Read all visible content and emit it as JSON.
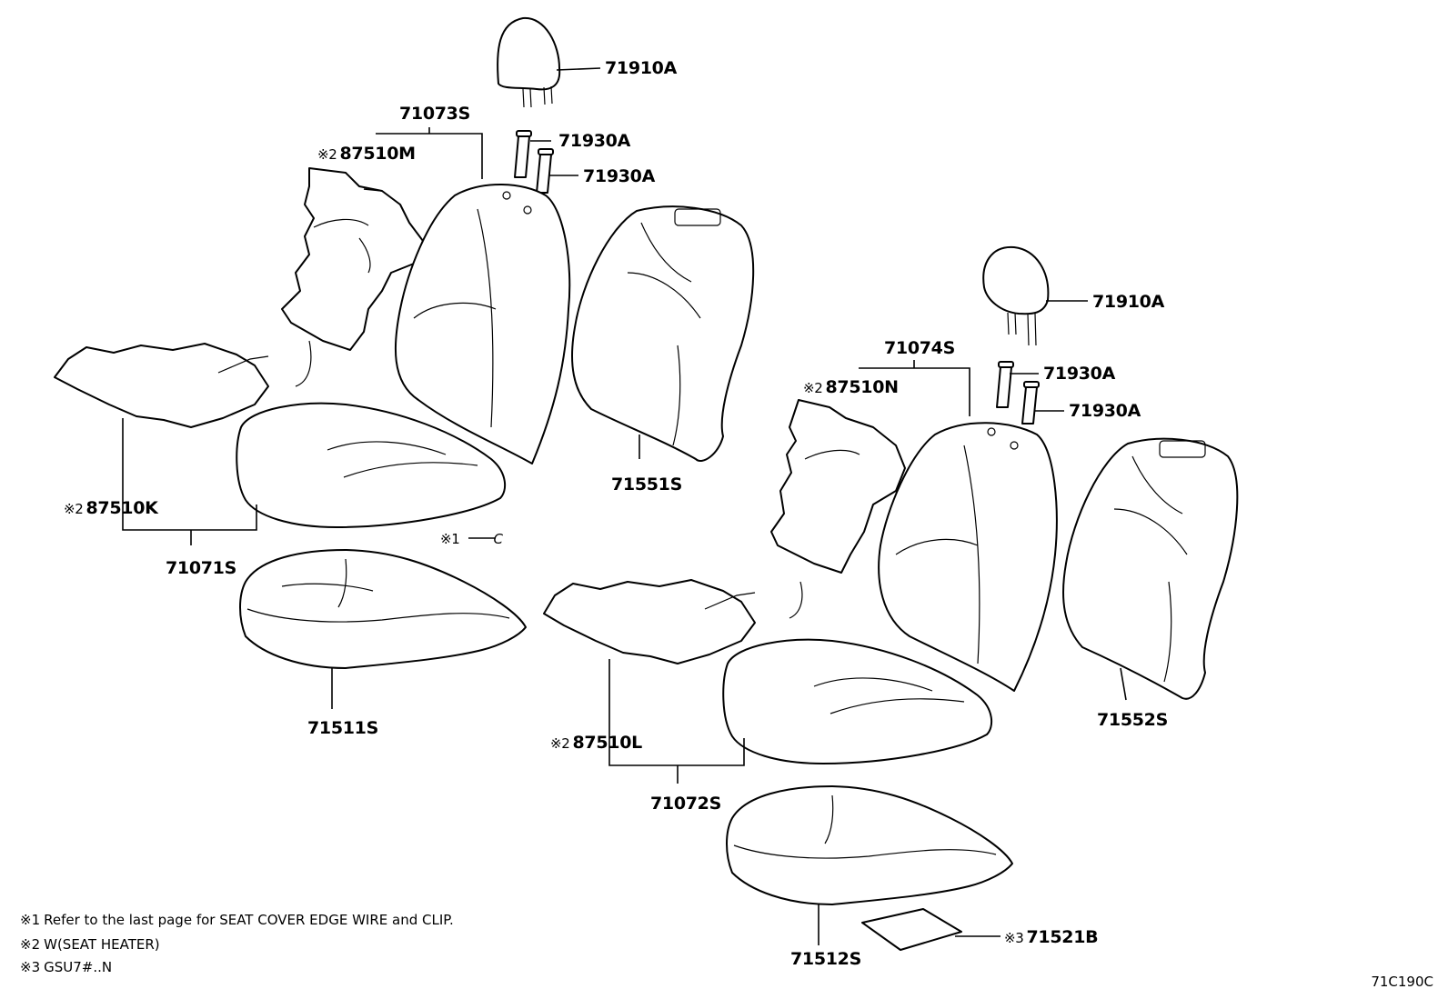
{
  "labels": {
    "headrest_upper": "71910A",
    "headrest_lower": "71910A",
    "support_1a": "71930A",
    "support_1b": "71930A",
    "support_2a": "71930A",
    "support_2b": "71930A",
    "back_assy_1": "71073S",
    "back_assy_2": "71074S",
    "heater_back_1": {
      "mark": "※2",
      "code": "87510M"
    },
    "heater_back_2": {
      "mark": "※2",
      "code": "87510N"
    },
    "heater_cushion_1": {
      "mark": "※2",
      "code": "87510K"
    },
    "heater_cushion_2": {
      "mark": "※2",
      "code": "87510L"
    },
    "back_cover_1": "71551S",
    "back_cover_2": "71552S",
    "cushion_assy_1": "71071S",
    "cushion_assy_2": "71072S",
    "cushion_pad_1": "71511S",
    "cushion_pad_2": "71512S",
    "clip_ref": {
      "mark": "※1",
      "code": "C"
    },
    "sheet": {
      "mark": "※3",
      "code": "71521B"
    }
  },
  "notes": [
    {
      "mark": "※1",
      "text": "Refer to the last page for SEAT COVER EDGE WIRE and CLIP."
    },
    {
      "mark": "※2",
      "text": "W(SEAT HEATER)"
    },
    {
      "mark": "※3",
      "text": "GSU7#..N"
    }
  ],
  "figure_id": "71C190C",
  "icons": [
    "headrest-icon",
    "headrest-support-icon",
    "seat-back-icon",
    "seat-back-cover-icon",
    "seat-heater-icon",
    "seat-cushion-icon",
    "cushion-pad-icon",
    "sheet-icon"
  ]
}
